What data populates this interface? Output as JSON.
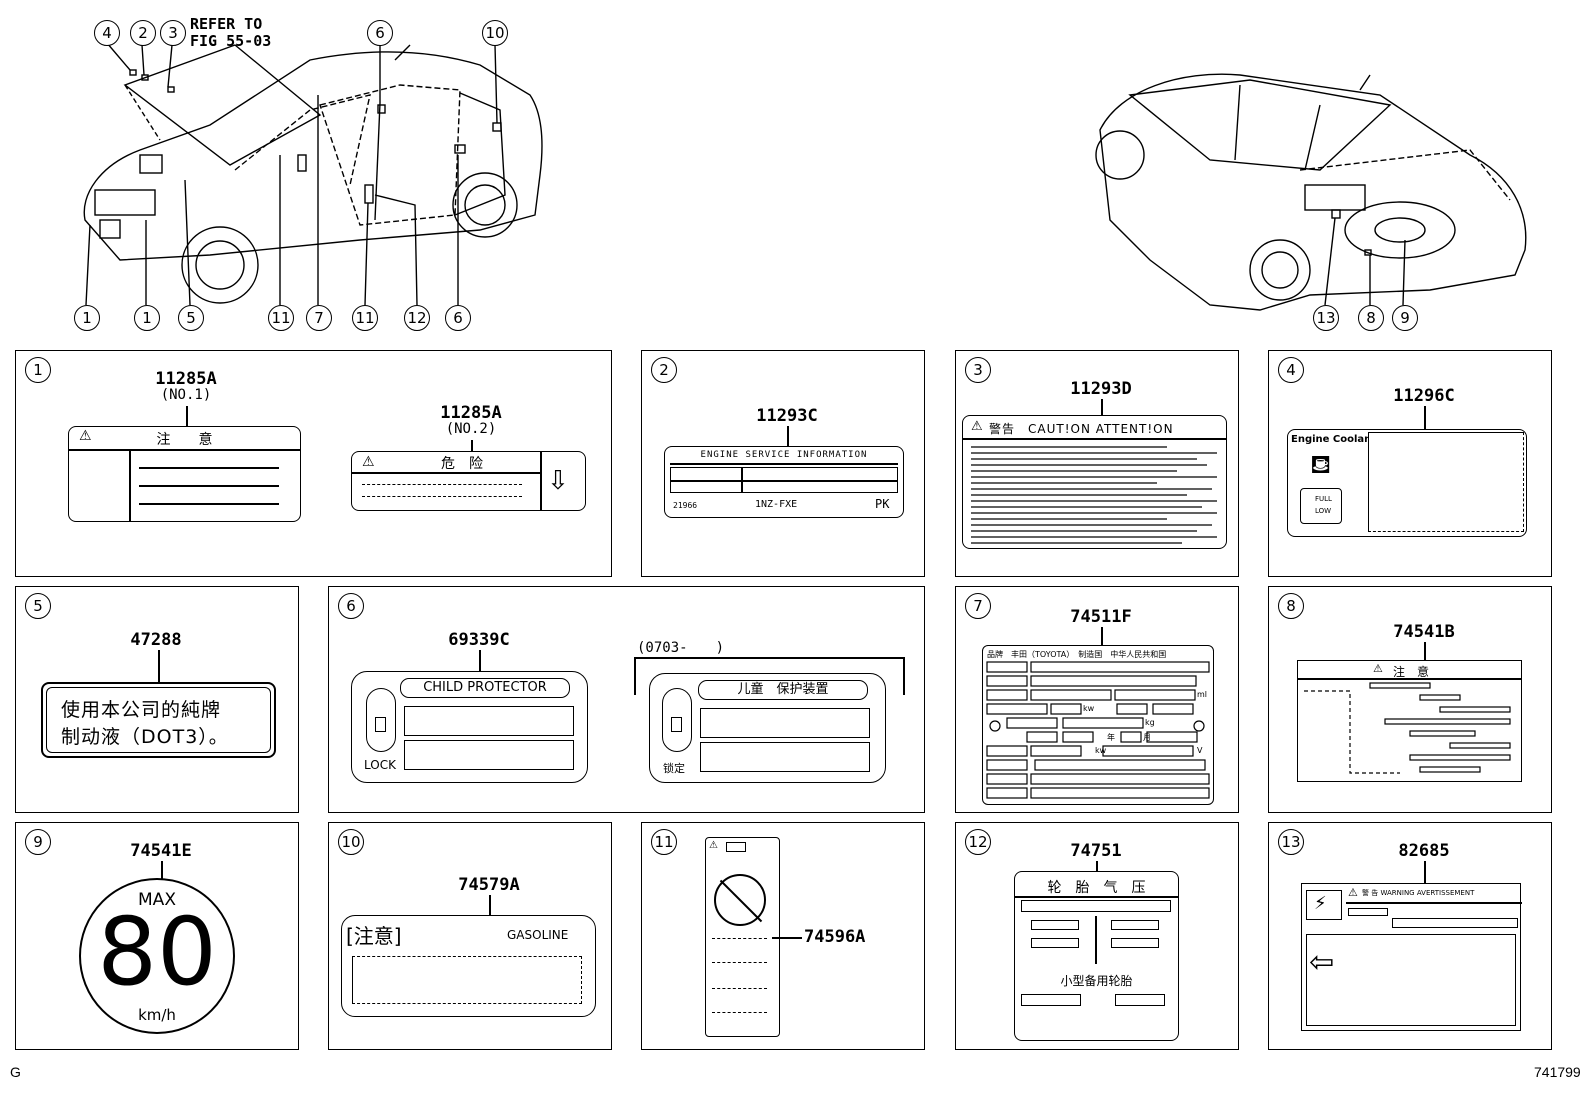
{
  "overview": {
    "refer_note_line1": "REFER TO",
    "refer_note_line2": "FIG 55-03",
    "front_callouts": [
      "4",
      "2",
      "3",
      "6",
      "10",
      "1",
      "1",
      "5",
      "11",
      "7",
      "11",
      "12",
      "6"
    ],
    "rear_callouts": [
      "13",
      "8",
      "9"
    ]
  },
  "panels": [
    {
      "index": "1",
      "parts": [
        {
          "part_no": "11285A",
          "sub": "(NO.1)",
          "label_text": "注　　意"
        },
        {
          "part_no": "11285A",
          "sub": "(NO.2)",
          "label_text": "危　险"
        }
      ]
    },
    {
      "index": "2",
      "parts": [
        {
          "part_no": "11293C",
          "header": "ENGINE  SERVICE  INFORMATION",
          "code_left": "21966",
          "code_mid": "1NZ-FXE",
          "code_right": "PK"
        }
      ]
    },
    {
      "index": "3",
      "parts": [
        {
          "part_no": "11293D",
          "header": "警告　CAUT!ON  ATTENT!ON"
        }
      ]
    },
    {
      "index": "4",
      "parts": [
        {
          "part_no": "11296C",
          "title": "Engine Coolant",
          "full": "FULL",
          "low": "LOW"
        }
      ]
    },
    {
      "index": "5",
      "parts": [
        {
          "part_no": "47288",
          "line1": "使用本公司的純牌",
          "line2": "制动液（DOT3）。"
        }
      ]
    },
    {
      "index": "6",
      "parts": [
        {
          "part_no": "69339C",
          "title": "CHILD PROTECTOR",
          "lock": "LOCK"
        },
        {
          "date_range": "(0703-　　)",
          "title": "儿童　保护装置",
          "lock": "锁定"
        }
      ]
    },
    {
      "index": "7",
      "parts": [
        {
          "part_no": "74511F",
          "header": "品牌　丰田（TOYOTA）　制造国　中华人民共和国",
          "unit_ml": "ml",
          "unit_kw": "kw",
          "unit_kg": "kg",
          "unit_year": "年",
          "unit_month": "月",
          "unit_kw2": "kw",
          "unit_v": "V"
        }
      ]
    },
    {
      "index": "8",
      "parts": [
        {
          "part_no": "74541B",
          "header": "注　意"
        }
      ]
    },
    {
      "index": "9",
      "parts": [
        {
          "part_no": "74541E",
          "max": "MAX",
          "speed": "80",
          "unit": "km/h"
        }
      ]
    },
    {
      "index": "10",
      "parts": [
        {
          "part_no": "74579A",
          "title": "[注意]",
          "fuel": "GASOLINE"
        }
      ]
    },
    {
      "index": "11",
      "parts": [
        {
          "part_no": "74596A"
        }
      ]
    },
    {
      "index": "12",
      "parts": [
        {
          "part_no": "74751",
          "header": "轮　胎　气　压",
          "spare": "小型备用轮胎"
        }
      ]
    },
    {
      "index": "13",
      "parts": [
        {
          "part_no": "82685",
          "header": "警 告 WARNING AVERTISSEMENT"
        }
      ]
    }
  ],
  "footer": {
    "left": "G",
    "right": "741799"
  }
}
